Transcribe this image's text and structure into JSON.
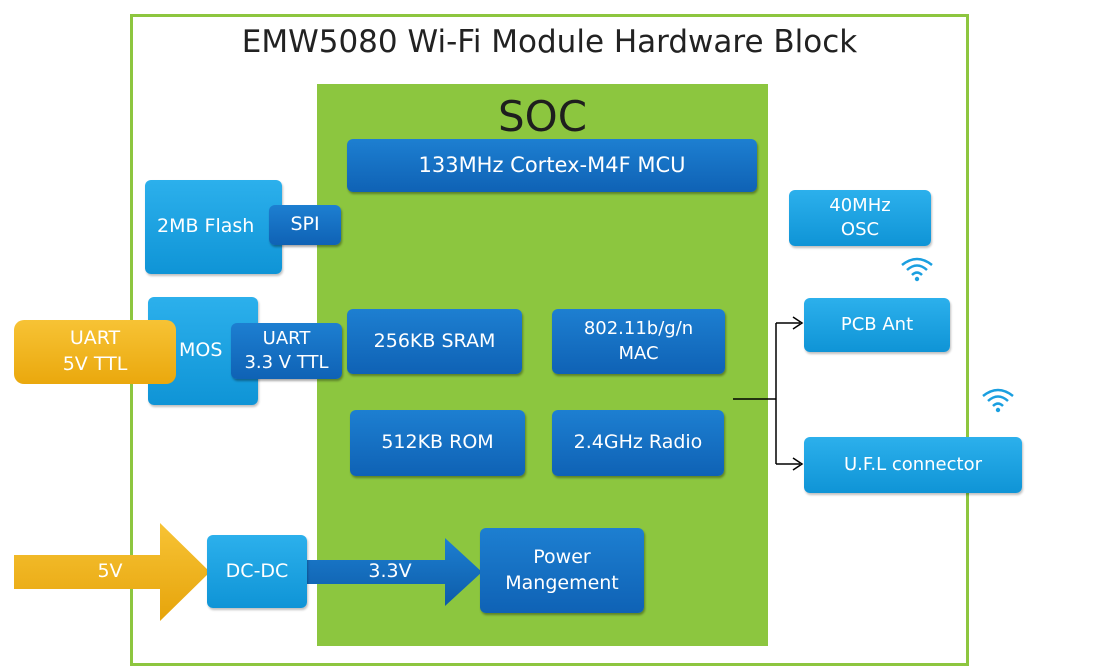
{
  "diagram": {
    "title": "EMW5080 Wi-Fi Module Hardware Block",
    "soc_label": "SOC",
    "blocks": {
      "mcu": "133MHz Cortex-M4F MCU",
      "flash": "2MB Flash",
      "spi": "SPI",
      "uart_5v": "UART\n5V TTL",
      "mos": "MOS",
      "uart_33v": "UART\n3.3 V TTL",
      "sram": "256KB SRAM",
      "mac": "802.11b/g/n\nMAC",
      "rom": "512KB ROM",
      "radio": "2.4GHz Radio",
      "osc": "40MHz\nOSC",
      "pcb_ant": "PCB Ant",
      "ufl": "U.F.L connector",
      "dcdc": "DC-DC",
      "power": "Power\nMangement",
      "in_5v": "5V",
      "out_33v": "3.3V"
    },
    "icons": [
      "wifi-icon",
      "wifi-icon"
    ],
    "colors": {
      "frame": "#8dc63f",
      "soc": "#8cc63f",
      "dark_block": "#1570c4",
      "light_block": "#1ea3e3",
      "power_arrow": "#f0b41c"
    }
  }
}
